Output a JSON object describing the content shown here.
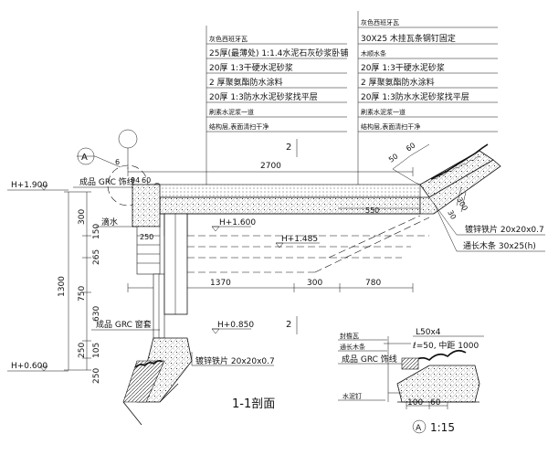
{
  "notes_left": {
    "lines": [
      "灰色西班牙瓦",
      "25厚(最薄处) 1:1.4水泥石灰砂浆卧铺",
      "20厚 1:3干硬水泥砂浆",
      "2 厚聚氨酯防水涂料",
      "20厚 1:3防水水泥砂浆找平层",
      "刷素水泥浆一道",
      "结构层,表面清扫干净"
    ]
  },
  "notes_right": {
    "lines": [
      "灰色西班牙瓦",
      "30X25 木挂瓦条钢钉固定",
      "木顺水条",
      "20厚 1:3干硬水泥砂浆",
      "2 厚聚氨酯防水涂料",
      "20厚 1:3防水水泥砂浆找平层",
      "刷素水泥浆一道",
      "结构层,表面清扫干净"
    ]
  },
  "section": {
    "title": "1-1剖面",
    "callout_letter": "A",
    "slope_mark": "2"
  },
  "dims": {
    "top_span": "2700",
    "inner_550": "550",
    "d_1370": "1370",
    "d_300": "300",
    "d_780": "780",
    "d_50": "50",
    "d_60": "60",
    "d_30": "30",
    "d_300b": "300",
    "d_6": "6",
    "d_94": "94",
    "d_60b": "60",
    "d_250": "250",
    "left_1300": "1300",
    "left_300": "300",
    "left_150": "150",
    "left_265": "265",
    "left_750": "750",
    "left_630": "630",
    "left_250": "250",
    "left_105": "105",
    "left_250b": "250"
  },
  "levels": {
    "h1900": "H+1.900",
    "h1600": "H+1.600",
    "h1485": "H+1.485",
    "h0850": "H+0.850",
    "h0600": "H+0.600"
  },
  "labels": {
    "grc_line": "成品 GRC 饰线",
    "drip": "滴水",
    "grc_window": "成品 GRC 窗套",
    "galv_right": "镀锌铁片 20x20x0.7",
    "batten_right": "通长木条  30x25(h)",
    "galv_bottom": "镀锌铁片 20x20x0.7"
  },
  "detail": {
    "angle": "L50x4",
    "angle_spec": "ℓ=50, 中距  1000",
    "seal": "封檐瓦",
    "batten": "通长木条",
    "grc": "成品 GRC 饰线",
    "nail": "水泥钉",
    "d100": "100",
    "d60": "60",
    "letter": "A",
    "scale": "1:15"
  }
}
